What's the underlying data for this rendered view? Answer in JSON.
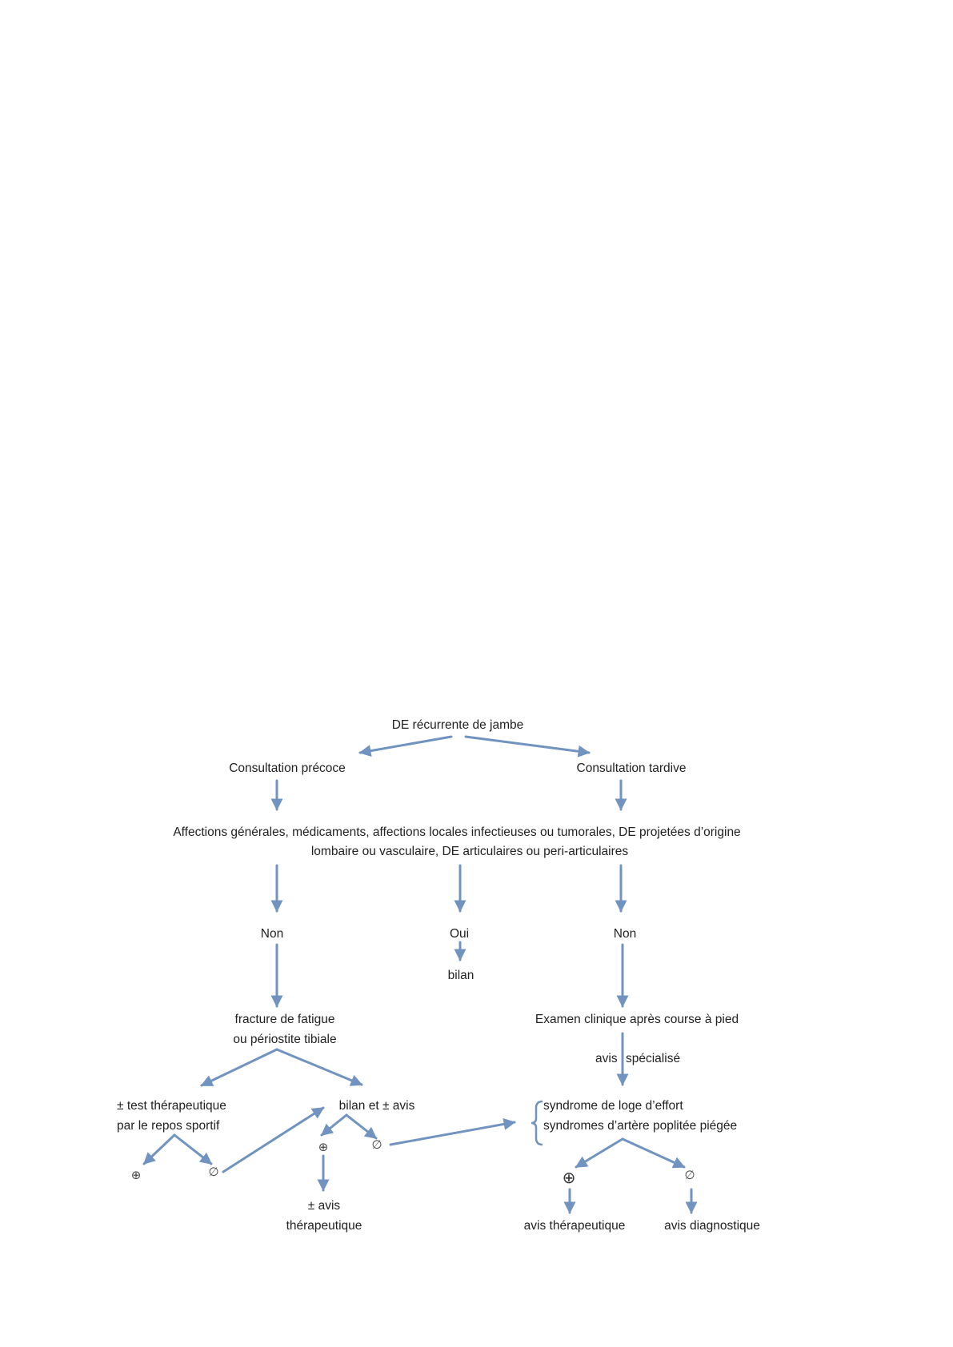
{
  "diagram": {
    "arrow_color": "#7193c0",
    "nodes": {
      "root": "DE récurrente de jambe",
      "early": "Consultation précoce",
      "late": "Consultation tardive",
      "exclusion_line1": "Affections générales, médicaments, affections locales infectieuses ou tumorales, DE projetées d’origine",
      "exclusion_line2": "lombaire ou vasculaire, DE articulaires ou peri-articulaires",
      "no_left": "Non",
      "yes_mid": "Oui",
      "bilan_mid": "bilan",
      "no_right": "Non",
      "fracture_line1": "fracture de fatigue",
      "fracture_line2": "ou périostite tibiale",
      "exam": "Examen clinique après course à pied",
      "avis": "avis",
      "specialise": "spécialisé",
      "test_line1": "± test thérapeutique",
      "test_line2": "par le repos sportif",
      "bilan_avis": "bilan et ± avis",
      "syndrome_line1": "syndrome de loge d’effort",
      "syndrome_line2": "syndromes d’artère poplitée piégée",
      "plus_test": "⊕",
      "null_test": "∅",
      "plus_bilan": "⊕",
      "null_bilan": "∅",
      "avis_line1": "± avis",
      "avis_line2": "thérapeutique",
      "plus_syn": "⊕",
      "null_syn": "∅",
      "avis_therapeutique": "avis thérapeutique",
      "avis_diagnostique": "avis diagnostique"
    }
  }
}
